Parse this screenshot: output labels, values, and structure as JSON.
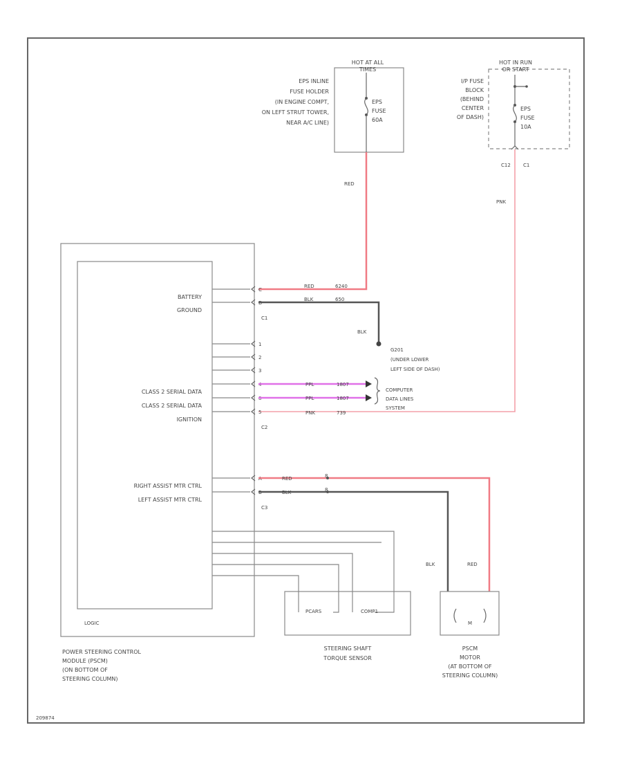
{
  "diagram_id": "209874",
  "hot_at_all_times": {
    "title_lines": [
      "HOT AT ALL",
      "TIMES"
    ],
    "holder_lines": [
      "EPS INLINE",
      "FUSE HOLDER",
      "(IN ENGINE COMPT,",
      "ON LEFT STRUT TOWER,",
      "NEAR A/C LINE)"
    ],
    "fuse_lines": [
      "EPS",
      "FUSE",
      "60A"
    ]
  },
  "hot_in_run": {
    "title_lines": [
      "HOT IN RUN",
      "OR START"
    ],
    "block_lines": [
      "I/P FUSE",
      "BLOCK",
      "(BEHIND",
      "CENTER",
      "OF DASH)"
    ],
    "fuse_lines": [
      "EPS",
      "FUSE",
      "10A"
    ],
    "connectors": [
      "C12",
      "C1"
    ]
  },
  "wire_colors": {
    "red": "#f07a84",
    "pink": "#f4a0a8",
    "black": "#555555",
    "purple": "#e070e8"
  },
  "wire_labels": {
    "red_feed": "RED",
    "pnk_feed": "PNK",
    "ground_blk": "BLK",
    "motor_blk": "BLK",
    "motor_red": "RED"
  },
  "pscm": {
    "c1_pins": [
      {
        "label": "BATTERY",
        "pin": "C",
        "color": "RED",
        "circuit": "6240"
      },
      {
        "label": "GROUND",
        "pin": "D",
        "color": "BLK",
        "circuit": "650"
      }
    ],
    "c1_label": "C1",
    "c2_numbers": [
      "1",
      "2",
      "3"
    ],
    "c2_pins": [
      {
        "label": "CLASS 2 SERIAL DATA",
        "pin": "4",
        "color": "PPL",
        "circuit": "1807"
      },
      {
        "label": "CLASS 2 SERIAL DATA",
        "pin": "8",
        "color": "PPL",
        "circuit": "1807"
      },
      {
        "label": "IGNITION",
        "pin": "5",
        "color": "PNK",
        "circuit": "739"
      }
    ],
    "c2_label": "C2",
    "c3_pins": [
      {
        "label": "RIGHT ASSIST MTR CTRL",
        "pin": "A",
        "color": "RED",
        "circuit": "8"
      },
      {
        "label": "LEFT ASSIST MTR CTRL",
        "pin": "B",
        "color": "BLK",
        "circuit": "8"
      }
    ],
    "c3_label": "C3",
    "logic_label": "LOGIC",
    "caption_lines": [
      "POWER STEERING CONTROL",
      "MODULE (PSCM)",
      "(ON BOTTOM OF",
      "STEERING COLUMN)"
    ]
  },
  "ground": {
    "id_lines": [
      "G201",
      "(UNDER LOWER",
      "LEFT SIDE OF DASH)"
    ]
  },
  "data_lines": {
    "label_lines": [
      "COMPUTER",
      "DATA LINES",
      "SYSTEM"
    ]
  },
  "torque_sensor": {
    "element_labels": [
      "PCARS",
      "COMP1"
    ],
    "caption_lines": [
      "STEERING SHAFT",
      "TORQUE SENSOR"
    ]
  },
  "pscm_motor": {
    "symbol": "M",
    "caption_lines": [
      "PSCM",
      "MOTOR",
      "(AT BOTTOM OF",
      "STEERING COLUMN)"
    ]
  }
}
